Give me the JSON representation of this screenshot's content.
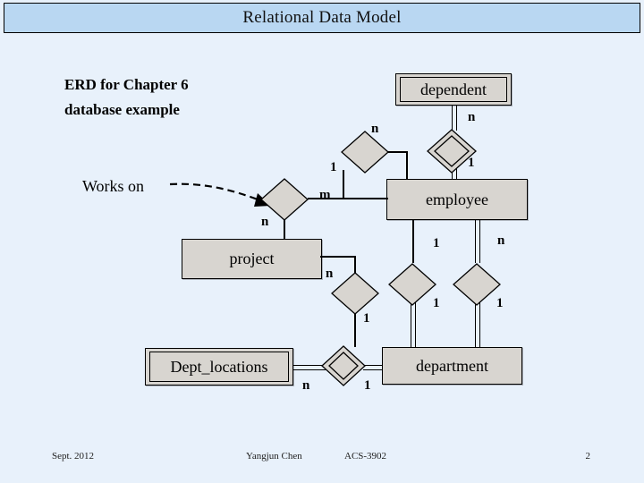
{
  "slide": {
    "title": "Relational Data Model",
    "caption_line1": "ERD for Chapter 6",
    "caption_line2": "database example",
    "annotation": "Works on",
    "background_color": "#e8f1fb",
    "title_bar_color": "#b9d7f2",
    "entity_fill_color": "#d8d5d0"
  },
  "entities": [
    {
      "id": "dependent",
      "label": "dependent",
      "type": "weak"
    },
    {
      "id": "employee",
      "label": "employee",
      "type": "strong"
    },
    {
      "id": "project",
      "label": "project",
      "type": "strong"
    },
    {
      "id": "department",
      "label": "department",
      "type": "strong"
    },
    {
      "id": "dept_locations",
      "label": "Dept_locations",
      "type": "weak"
    }
  ],
  "relationships": [
    {
      "id": "dependent-of",
      "type": "identifying",
      "cardinality_top": "n",
      "cardinality_bottom": "1"
    },
    {
      "id": "supervision",
      "type": "regular",
      "cardinality_right": "n",
      "cardinality_left": "1"
    },
    {
      "id": "works-on",
      "type": "regular",
      "cardinality_right": "m",
      "cardinality_left": "n"
    },
    {
      "id": "controls",
      "type": "regular",
      "cardinality_top": "n",
      "cardinality_bottom": "1"
    },
    {
      "id": "manages",
      "type": "regular",
      "cardinality_top": "1",
      "cardinality_bottom": "1"
    },
    {
      "id": "works-for",
      "type": "regular",
      "cardinality_top": "n",
      "cardinality_bottom": "1"
    },
    {
      "id": "dept-has-locs",
      "type": "identifying",
      "cardinality_left": "n",
      "cardinality_right": "1"
    }
  ],
  "cardinality_labels": {
    "dependent_n": "n",
    "dependent_1": "1",
    "supervision_n": "n",
    "supervision_1": "1",
    "workson_m": "m",
    "workson_n": "n",
    "project_n": "n",
    "controls_1": "1",
    "manages_top_1": "1",
    "manages_bottom_1": "1",
    "worksfor_n": "n",
    "worksfor_1": "1",
    "deptloc_n": "n",
    "deptloc_1": "1"
  },
  "footer": {
    "date": "Sept. 2012",
    "author": "Yangjun Chen",
    "course": "ACS-3902",
    "page": "2"
  }
}
